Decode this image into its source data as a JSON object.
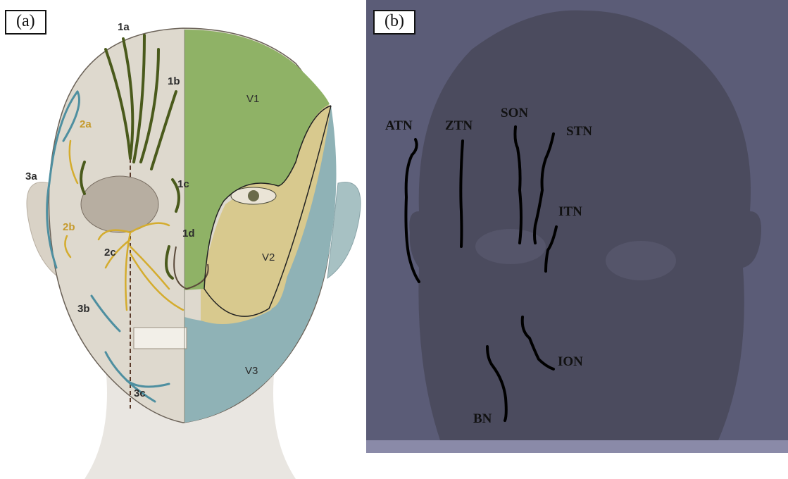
{
  "panel_a": {
    "tag": "(a)",
    "labels": {
      "l1a": "1a",
      "l1b": "1b",
      "l1c": "1c",
      "l1d": "1d",
      "l2a": "2a",
      "l2b": "2b",
      "l2c": "2c",
      "l3a": "3a",
      "l3b": "3b",
      "l3c": "3c",
      "v1": "V1",
      "v2": "V2",
      "v3": "V3"
    },
    "colors": {
      "v1": "#8fb266",
      "v2": "#d8c98e",
      "v3": "#8fb2b6",
      "skull": "#ded9ce",
      "nerve_v1": "#4a5a1c",
      "nerve_v2": "#d4ac2e",
      "nerve_v3": "#4e8fa0"
    }
  },
  "panel_b": {
    "tag": "(b)",
    "labels": {
      "atn": "ATN",
      "ztn": "ZTN",
      "son": "SON",
      "stn": "STN",
      "itn": "ITN",
      "ion": "ION",
      "bn": "BN"
    },
    "colors": {
      "background": "#5b5c77",
      "head": "#4b4b5e",
      "nerve_trace": "#000000"
    }
  }
}
